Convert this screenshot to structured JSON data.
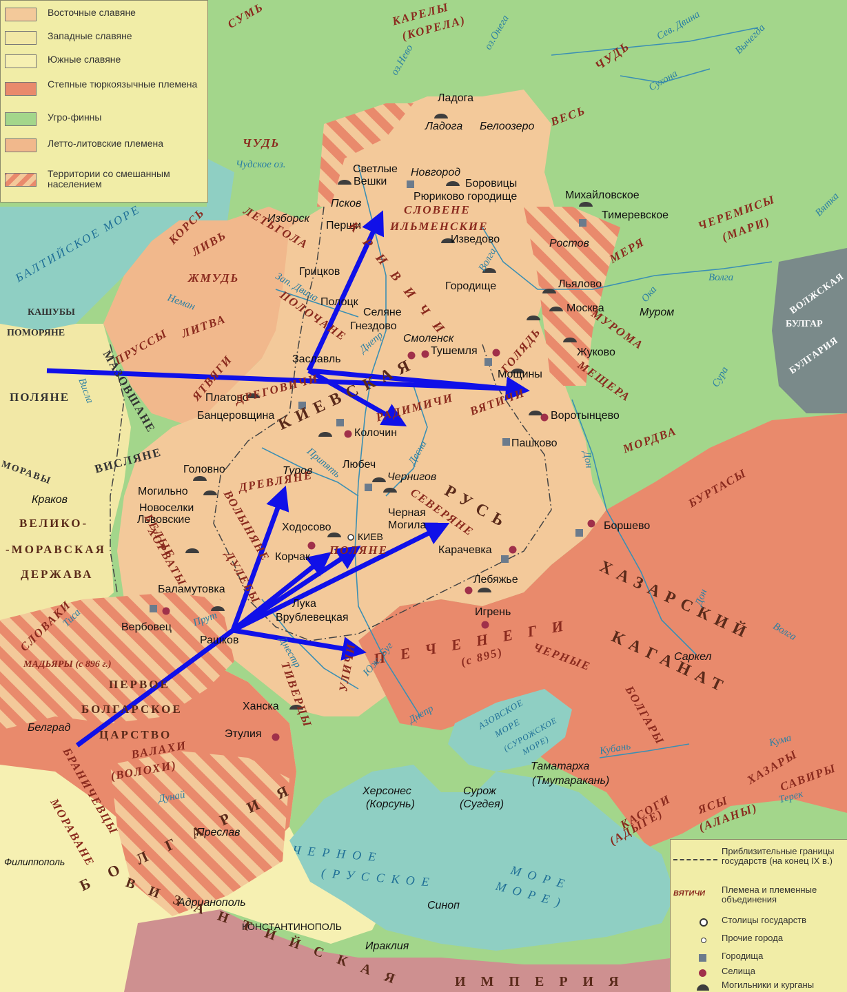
{
  "legend": {
    "items": [
      {
        "label": "Восточные славяне",
        "color": "#f3c99a",
        "pattern": "solid"
      },
      {
        "label": "Западные славяне",
        "color": "#f2e8a6",
        "pattern": "solid"
      },
      {
        "label": "Южные славяне",
        "color": "#f6f0b2",
        "pattern": "solid"
      },
      {
        "label": "Степные тюркоязычные племена",
        "color": "#e98a6c",
        "pattern": "solid"
      },
      {
        "label": "Угро-финны",
        "color": "#a3d68b",
        "pattern": "solid"
      },
      {
        "label": "Летто-литовские племена",
        "color": "#f1b88c",
        "pattern": "solid"
      },
      {
        "label": "Территории со смешанным населением",
        "color": "#e98a6c",
        "pattern": "stripes"
      }
    ]
  },
  "legend2": {
    "items": [
      {
        "symbol": "border-line",
        "label": "Приблизительные границы государств (на конец IX в.)"
      },
      {
        "symbol": "text-sample",
        "symbol_text": "ВЯТИЧИ",
        "label": "Племена и племенные объединения"
      },
      {
        "symbol": "capital-icon",
        "label": "Столицы государств"
      },
      {
        "symbol": "town-icon",
        "label": "Прочие города"
      },
      {
        "symbol": "fort-icon",
        "label": "Городища"
      },
      {
        "symbol": "settlement-icon",
        "label": "Селища"
      },
      {
        "symbol": "kurgan-icon",
        "label": "Могильники и курганы"
      }
    ]
  },
  "cities": {
    "ladoga_top": "Ладога",
    "ladoga": "Ладога",
    "beloozero": "Белоозеро",
    "svetlye": "Светлые",
    "veshki": "Вешки",
    "novgorod": "Новгород",
    "borovitsy": "Боровицы",
    "ryurikovo": "Рюриково городище",
    "mikhailovskoe": "Михайловское",
    "timerevskoe": "Тимеревское",
    "pskov": "Псков",
    "izborsk": "Изборск",
    "persh": "Перши",
    "izvedovo": "Изведово",
    "rostov": "Ростов",
    "gritsk": "Грицков",
    "gorodishche": "Городище",
    "lyalovo": "Льялово",
    "moskva": "Москва",
    "murom": "Муром",
    "polotsk": "Полоцк",
    "selyane": "Селяне",
    "gnezdovo": "Гнездово",
    "smolensk": "Смоленск",
    "tushemlya": "Тушемля",
    "zhukovo": "Жуково",
    "zaslavl": "Заславль",
    "moshchiny": "Мощины",
    "platovo": "Платово",
    "bantserovshchina": "Банцеровщина",
    "vorotyntsevo": "Воротынцево",
    "kolochin": "Колочин",
    "pashkovo": "Пашково",
    "golovno": "Головно",
    "turov": "Туров",
    "lyubech": "Любеч",
    "chernigov": "Чернигов",
    "mogilno": "Могильно",
    "novoselki": "Новоселки",
    "lvovskie": "Львовские",
    "borshevo": "Боршево",
    "khodosovo": "Ходосово",
    "kiev": "КИЕВ",
    "chernaya": "Черная",
    "mogila": "Могила",
    "korchak": "Корчак",
    "karachevka": "Карачевка",
    "lebyazhe": "Лебяжье",
    "balamutovka": "Баламутовка",
    "luka": "Лука",
    "vrublevetskaya": "Врублевецкая",
    "igren": "Игрень",
    "verbovets": "Вербовец",
    "rashkov": "Рашков",
    "sarkel": "Саркел",
    "khanska": "Ханска",
    "etuliya": "Этулия",
    "belgrad": "Белград",
    "tamatarkha": "Таматарха",
    "tmutarakan": "(Тмутаракань)",
    "khersones": "Херсонес",
    "korsun": "(Корсунь)",
    "surozh": "Сурож",
    "sugdeya": "(Сугдея)",
    "preslav": "Преслав",
    "filippopol": "Филиппополь",
    "adrianopol": "Адрианополь",
    "sinop": "Синоп",
    "konstantinopol": "КОНСТАНТИНОПОЛЬ",
    "irakliya": "Ираклия",
    "krakov": "Краков"
  },
  "peoples": {
    "karely": "КАРЕЛЫ",
    "korela": "(КОРЕЛА)",
    "chud_ne": "ЧУДЬ",
    "ves": "ВЕСЬ",
    "chud_w": "ЧУДЬ",
    "sum": "СУМЬ",
    "slovene": "СЛОВЕНЕ",
    "ilmenskie": "ИЛЬМЕНСКИЕ",
    "cheremisy": "ЧЕРЕМИСЫ",
    "mari": "(МАРИ)",
    "merya": "МЕРЯ",
    "muroma": "МУРОМА",
    "meshchera": "МЕЩЕРА",
    "mordva": "МОРДВА",
    "burtasy": "БУРТАСЫ",
    "letgola": "ЛЕТЬГОЛА",
    "kors": "КОРСЬ",
    "liv": "ЛИВЬ",
    "zhmud": "ЖМУДЬ",
    "litva": "ЛИТВА",
    "prussy": "ПРУССЫ",
    "yatvyagi": "ЯТВЯГИ",
    "kashuby": "КАШУБЫ",
    "pomoryane": "ПОМОРЯНЕ",
    "polyane_w": "ПОЛЯНЕ",
    "mazovshane": "МАЗОВШАНЕ",
    "vislyane": "ВИСЛЯНЕ",
    "moravy": "МОРАВЫ",
    "krivichi": "КРИВИЧИ",
    "polochane": "ПОЛОЧАНЕ",
    "dregovichi": "ДРЕГОВИЧИ",
    "radimichi": "РАДИМИЧИ",
    "golyad": "ГОЛЯДЬ",
    "vyatichi": "ВЯТИЧИ",
    "drevlyane": "ДРЕВЛЯНЕ",
    "severyane": "СЕВЕРЯНЕ",
    "polyane": "ПОЛЯНЕ",
    "volynyane": "ВОЛЫНЯНЕ",
    "dulby": "ДУЛЕБЫ",
    "belye": "БЕЛЫЕ",
    "khorvaty": "ХОРВАТЫ",
    "ulichi": "УЛИЧИ",
    "tivertsy": "ТИВЕРЦЫ",
    "pechenegi": "ПЕЧЕНЕГИ",
    "pechenegi_date": "(с 895)",
    "chernye": "ЧЕРНЫЕ",
    "bolgary": "БОЛГАРЫ",
    "khazary": "ХАЗАРЫ",
    "saviry": "САВИРЫ",
    "yasy": "ЯСЫ",
    "alany": "(АЛАНЫ)",
    "kasogi": "КАСОГИ",
    "adyge": "(АДЫГЕ)",
    "madyary": "МАДЬЯРЫ (с 896 г.)",
    "slovaki": "СЛОВАКИ",
    "valakhi": "ВАЛАХИ",
    "volokhi": "(ВОЛОХИ)",
    "branichevtsy": "БРАНИЧЕВЦЫ",
    "moravane": "МОРАВАНЕ"
  },
  "states": {
    "kievskaya": "КИЕВСКАЯ",
    "rus": "РУСЬ",
    "khazarsky": "ХАЗАРСКИЙ",
    "kaganat": "КАГАНАТ",
    "volzhskaya": "ВОЛЖСКАЯ",
    "bulgar_city": "БУЛГАР",
    "bulgaria": "БУЛГАРИЯ",
    "velikomor_1": "ВЕЛИКО-",
    "velikomor_2": "-МОРАВСКАЯ",
    "velikomor_3": "ДЕРЖАВА",
    "pervoe": "ПЕРВОЕ",
    "bolgarskoe": "БОЛГАРСКОЕ",
    "tsarstvo": "ЦАРСТВО",
    "bolgariya": "БОЛГАРИЯ",
    "vizantiyskaya": "ВИЗАНТИЙСКАЯ",
    "imperiya": "ИМПЕРИЯ"
  },
  "water": {
    "baltic": "БАЛТИЙСКОЕ МОРЕ",
    "chudskoe": "Чудское оз.",
    "nevo": "оз.Нево",
    "onega": "оз.Онега",
    "sev_dvina": "Сев. Двина",
    "sukhona": "Сухона",
    "vychegda": "Вычегда",
    "volga_n": "Волга",
    "volga_e": "Волга",
    "vyatka": "Вятка",
    "oka": "Ока",
    "sura": "Сура",
    "zap_dvina": "Зап. Двина",
    "neman": "Неман",
    "visla": "Висла",
    "dnepr_n": "Днепр",
    "desna": "Десна",
    "pripyat": "Припять",
    "don_n": "Дон",
    "don_s": "Дон",
    "tisa": "Тиса",
    "prut": "Прут",
    "dnestr": "Днестр",
    "yuzh_bug": "Юж. Буг",
    "dnepr_s": "Днепр",
    "dunay": "Дунай",
    "kuban": "Кубань",
    "kuma": "Кума",
    "terek": "Терек",
    "volga_s": "Волга",
    "azov_1": "АЗОВСКОЕ",
    "azov_2": "МОРЕ",
    "azov_3": "(СУРОЖСКОЕ",
    "azov_4": "МОРЕ)",
    "black_1": "ЧЕРНОЕ",
    "black_2": "МОРЕ",
    "black_3": "(РУССКОЕ",
    "black_4": "МОРЕ)"
  },
  "colors": {
    "east_slavs": "#f3c99a",
    "west_slavs": "#f2e8a6",
    "south_slavs": "#f6f0b2",
    "steppe": "#e98a6c",
    "finno_ugric": "#a3d68b",
    "balts": "#f1b88c",
    "sea": "#8fcfc3",
    "arrow": "#1010e8",
    "volga_bulgaria": "#7a8a8a"
  },
  "arrows": [
    {
      "from": "west",
      "to": "ilmen"
    },
    {
      "from": "west",
      "to": "radimichi"
    },
    {
      "from": "west",
      "to": "vyatichi"
    },
    {
      "from": "southwest",
      "to": "drevlyane"
    },
    {
      "from": "southwest",
      "to": "polyane"
    },
    {
      "from": "southwest",
      "to": "severyane"
    },
    {
      "from": "southwest",
      "to": "ulichi"
    }
  ]
}
